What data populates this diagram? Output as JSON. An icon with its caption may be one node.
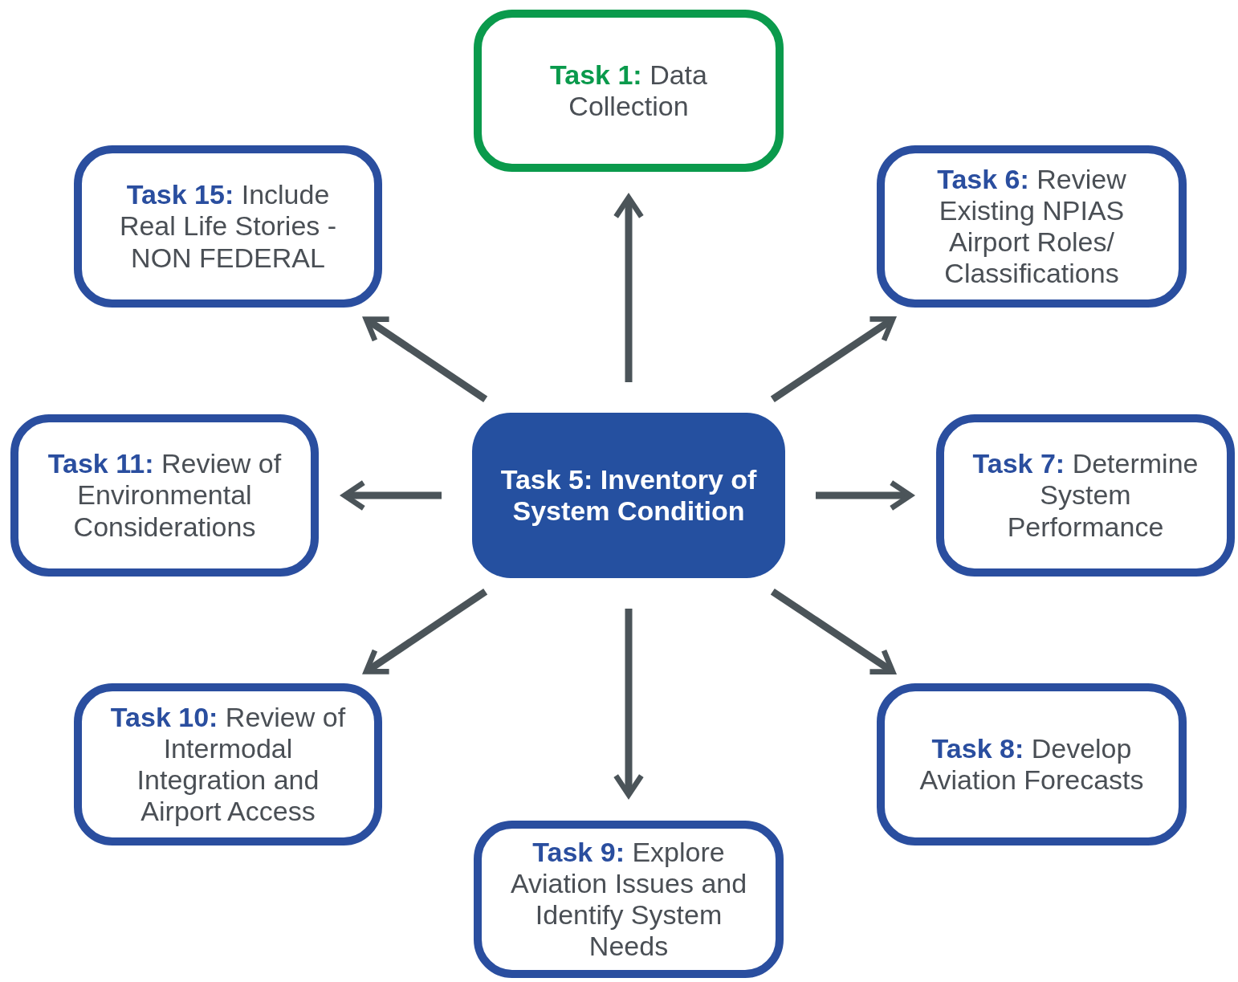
{
  "diagram": {
    "nodes": [
      {
        "text": [
          "**Task 1:** Data Collection"
        ]
      },
      {
        "text": [
          "**Task 15:** Include Real Life Stories - NON FEDERAL"
        ]
      },
      {
        "text": [
          "**Task 6:** Review Existing NPIAS Airport Roles/ Classifications"
        ]
      },
      {
        "text": [
          "**Task 11:** Review of Environmental Considerations"
        ]
      },
      {
        "text": [
          "Task 5: Inventory of System Condition"
        ]
      },
      {
        "text": [
          "**Task 7:** Determine System Performance"
        ]
      },
      {
        "text": [
          "**Task 10:** Review of Intermodal Integration and Airport Access"
        ]
      },
      {
        "text": [
          "**Task 8:** Develop Aviation Forecasts"
        ]
      },
      {
        "text": [
          "**Task 9:** Explore Aviation Issues and Identify System Needs"
        ]
      }
    ],
    "edges": [
      {
        "from": 4,
        "to": 0,
        "arrow": "to"
      },
      {
        "from": 4,
        "to": 1,
        "arrow": "to"
      },
      {
        "from": 4,
        "to": 2,
        "arrow": "to"
      },
      {
        "from": 4,
        "to": 3,
        "arrow": "to"
      },
      {
        "from": 4,
        "to": 5,
        "arrow": "to"
      },
      {
        "from": 4,
        "to": 6,
        "arrow": "to"
      },
      {
        "from": 4,
        "to": 7,
        "arrow": "to"
      },
      {
        "from": 4,
        "to": 8,
        "arrow": "to"
      }
    ]
  }
}
